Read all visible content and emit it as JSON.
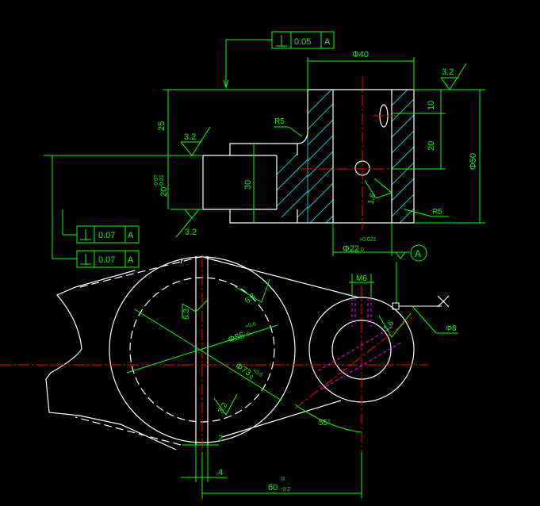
{
  "colors": {
    "background": "#000000",
    "geometry": "#ffffff",
    "dimension": "#00ff00",
    "centerline": "#ff0000",
    "hidden_line": "#ff00ff",
    "hatch": "#00cccc"
  },
  "tolerance_frames": {
    "top": {
      "symbol": "perpendicular",
      "value": "0.05",
      "datum": "A"
    },
    "left_1": {
      "symbol": "perpendicular",
      "value": "0.07",
      "datum": "A"
    },
    "left_2": {
      "symbol": "perpendicular",
      "value": "0.07",
      "datum": "A"
    }
  },
  "datum_label": "A",
  "dimensions": {
    "phi40": "Φ40",
    "r5_top": "R5",
    "r5_bottom": "R5",
    "d25": "25",
    "d10": "10",
    "d20": "20",
    "phi50": "Φ50",
    "d30": "30",
    "d20_tol": "20",
    "d20_tol_upper": "-0.07",
    "d20_tol_lower": "-0.21",
    "phi22": "Φ22",
    "phi22_tol_upper": "+0.021",
    "phi22_tol_lower": "0",
    "m6": "M6",
    "phi8": "Φ8",
    "phi55": "Φ55",
    "phi55_tol_upper": "+0.6",
    "phi55_tol_lower": "0",
    "phi73": "Φ73",
    "phi73_tol_upper": "+0.5",
    "phi73_tol_lower": "0",
    "angle55": "55°",
    "d2": "2",
    "d4": "4",
    "d60": "60",
    "d60_tol_upper": "0",
    "d60_tol_lower": "-0.2"
  },
  "surface_finish": {
    "top_left": "3.2",
    "top_right": "3.2",
    "bottom_left": "3.2",
    "center_bore": "1.6",
    "circle_a": "6.3",
    "circle_b": "6.3",
    "small_bore": "1.6",
    "lower": "3.2"
  }
}
